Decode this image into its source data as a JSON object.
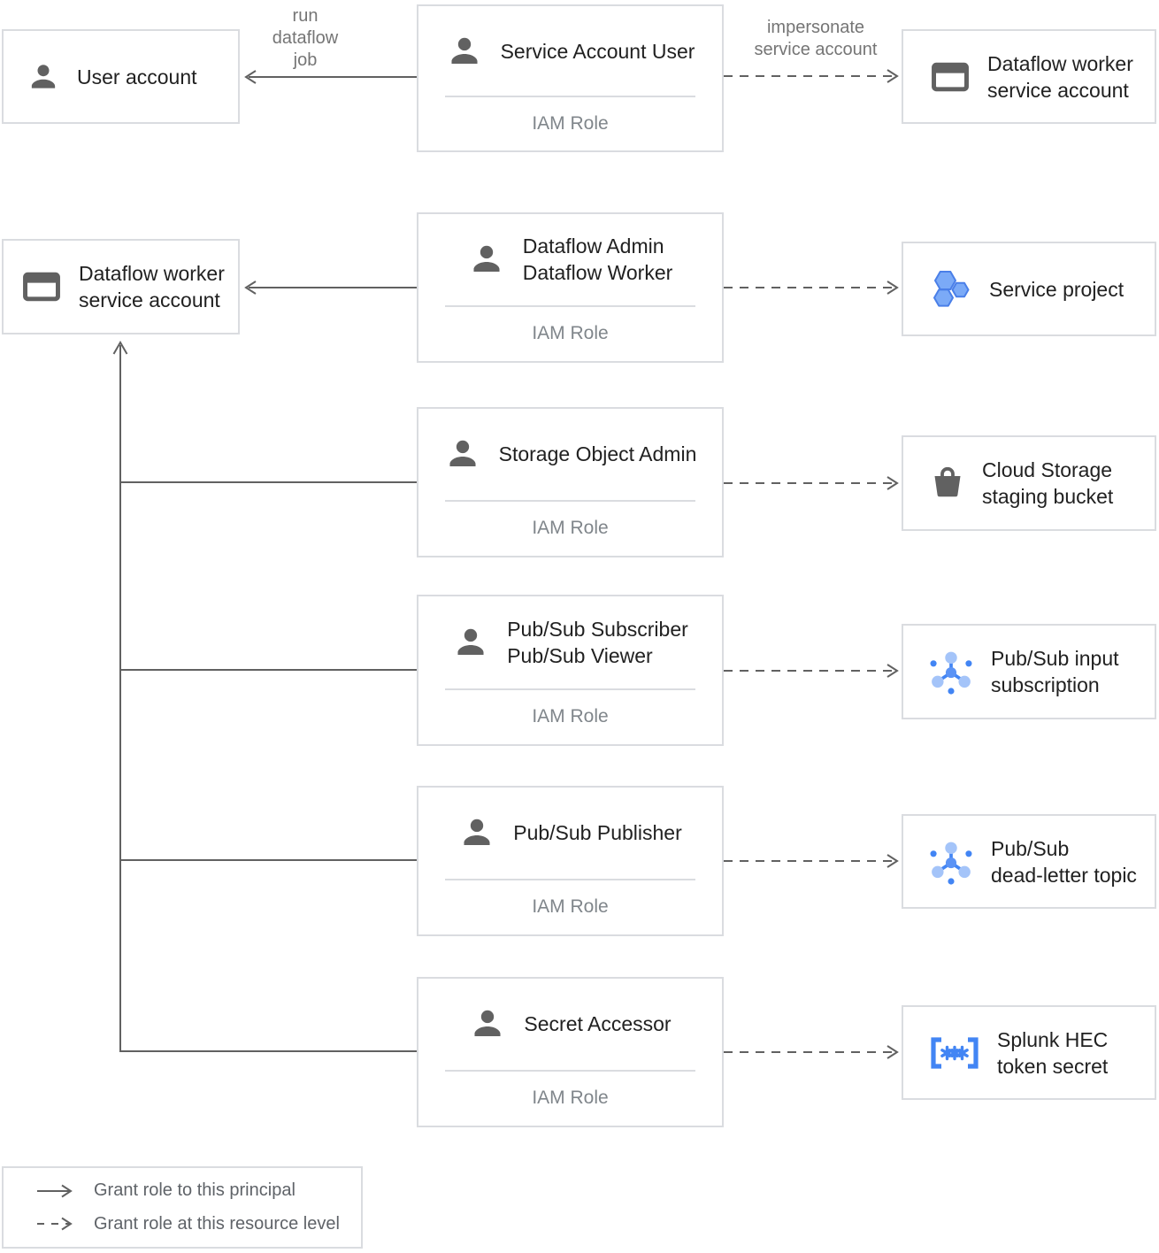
{
  "palette": {
    "box_border": "#dadce0",
    "line_gray": "#616161",
    "text_primary": "#212121",
    "text_muted": "#757575",
    "iam_role_gray": "#80868b",
    "google_blue": "#4285f4",
    "blue_light": "#7baaf7"
  },
  "nodes": {
    "user_account": {
      "icon": "person-icon",
      "label": "User account"
    },
    "service_account_user": {
      "icon": "person-icon",
      "title_lines": [
        "Service Account User"
      ],
      "subtitle": "IAM Role"
    },
    "dataflow_worker_sa_top": {
      "icon": "service-account-card-icon",
      "label_lines": [
        "Dataflow worker",
        "service account"
      ]
    },
    "dataflow_worker_sa_left": {
      "icon": "service-account-card-icon",
      "label_lines": [
        "Dataflow worker",
        "service account"
      ]
    },
    "dataflow_admin_worker": {
      "icon": "person-icon",
      "title_lines": [
        "Dataflow Admin",
        "Dataflow Worker"
      ],
      "subtitle": "IAM Role"
    },
    "service_project": {
      "icon": "project-hexagons-icon",
      "label_lines": [
        "Service project"
      ]
    },
    "storage_object_admin": {
      "icon": "person-icon",
      "title_lines": [
        "Storage Object Admin"
      ],
      "subtitle": "IAM Role"
    },
    "cloud_storage_bucket": {
      "icon": "storage-bucket-icon",
      "label_lines": [
        "Cloud Storage",
        "staging bucket"
      ]
    },
    "pubsub_subscriber_viewer": {
      "icon": "person-icon",
      "title_lines": [
        "Pub/Sub Subscriber",
        "Pub/Sub Viewer"
      ],
      "subtitle": "IAM Role"
    },
    "pubsub_input_subscription": {
      "icon": "pubsub-icon",
      "label_lines": [
        "Pub/Sub input",
        "subscription"
      ]
    },
    "pubsub_publisher": {
      "icon": "person-icon",
      "title_lines": [
        "Pub/Sub Publisher"
      ],
      "subtitle": "IAM Role"
    },
    "pubsub_dead_letter_topic": {
      "icon": "pubsub-icon",
      "label_lines": [
        "Pub/Sub",
        "dead-letter topic"
      ]
    },
    "secret_accessor": {
      "icon": "person-icon",
      "title_lines": [
        "Secret Accessor"
      ],
      "subtitle": "IAM Role"
    },
    "splunk_hec_token_secret": {
      "icon": "secret-brackets-icon",
      "label_lines": [
        "Splunk HEC",
        "token secret"
      ]
    }
  },
  "edges": {
    "run_dataflow_job": {
      "lines": [
        "run",
        "dataflow",
        "job"
      ]
    },
    "impersonate_service_account": {
      "lines": [
        "impersonate",
        "service account"
      ]
    }
  },
  "legend": {
    "solid_label": "Grant role to this principal",
    "dashed_label": "Grant role at this resource level"
  }
}
